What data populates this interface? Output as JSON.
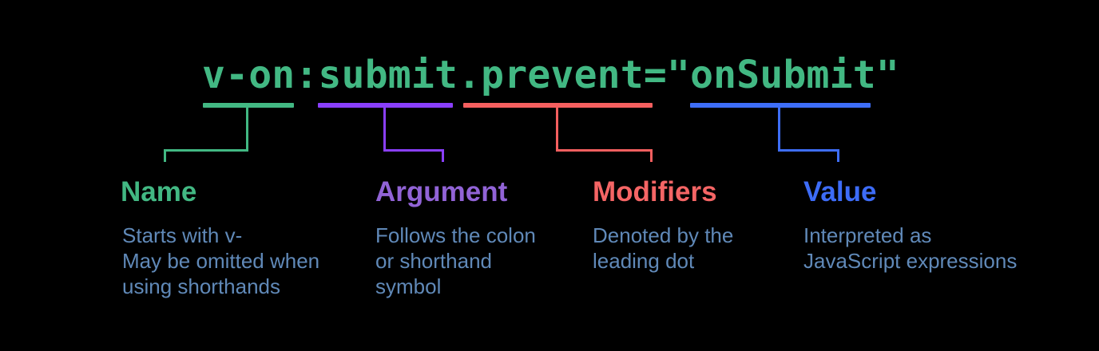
{
  "diagram": {
    "code": "v-on:submit.prevent=\"onSubmit\"",
    "colors": {
      "background": "#000000",
      "code_text": "#42b883",
      "description_text": "#6089b8"
    },
    "segments": [
      {
        "token": "v-on",
        "label": "Name",
        "line_color": "#42b883",
        "label_color": "#42b883",
        "description": [
          "Starts with v-",
          "May be omitted when",
          "using shorthands"
        ]
      },
      {
        "token": "submit",
        "label": "Argument",
        "line_color": "#8a3ffc",
        "label_color": "#9163d6",
        "description": [
          "Follows the colon",
          "or shorthand",
          "symbol"
        ]
      },
      {
        "token": ".prevent",
        "label": "Modifiers",
        "line_color": "#f55f5f",
        "label_color": "#f56565",
        "description": [
          "Denoted by the",
          "leading dot"
        ]
      },
      {
        "token": "onSubmit",
        "label": "Value",
        "line_color": "#3e6ef8",
        "label_color": "#3d6cf7",
        "description": [
          "Interpreted as",
          "JavaScript expressions"
        ]
      }
    ]
  }
}
